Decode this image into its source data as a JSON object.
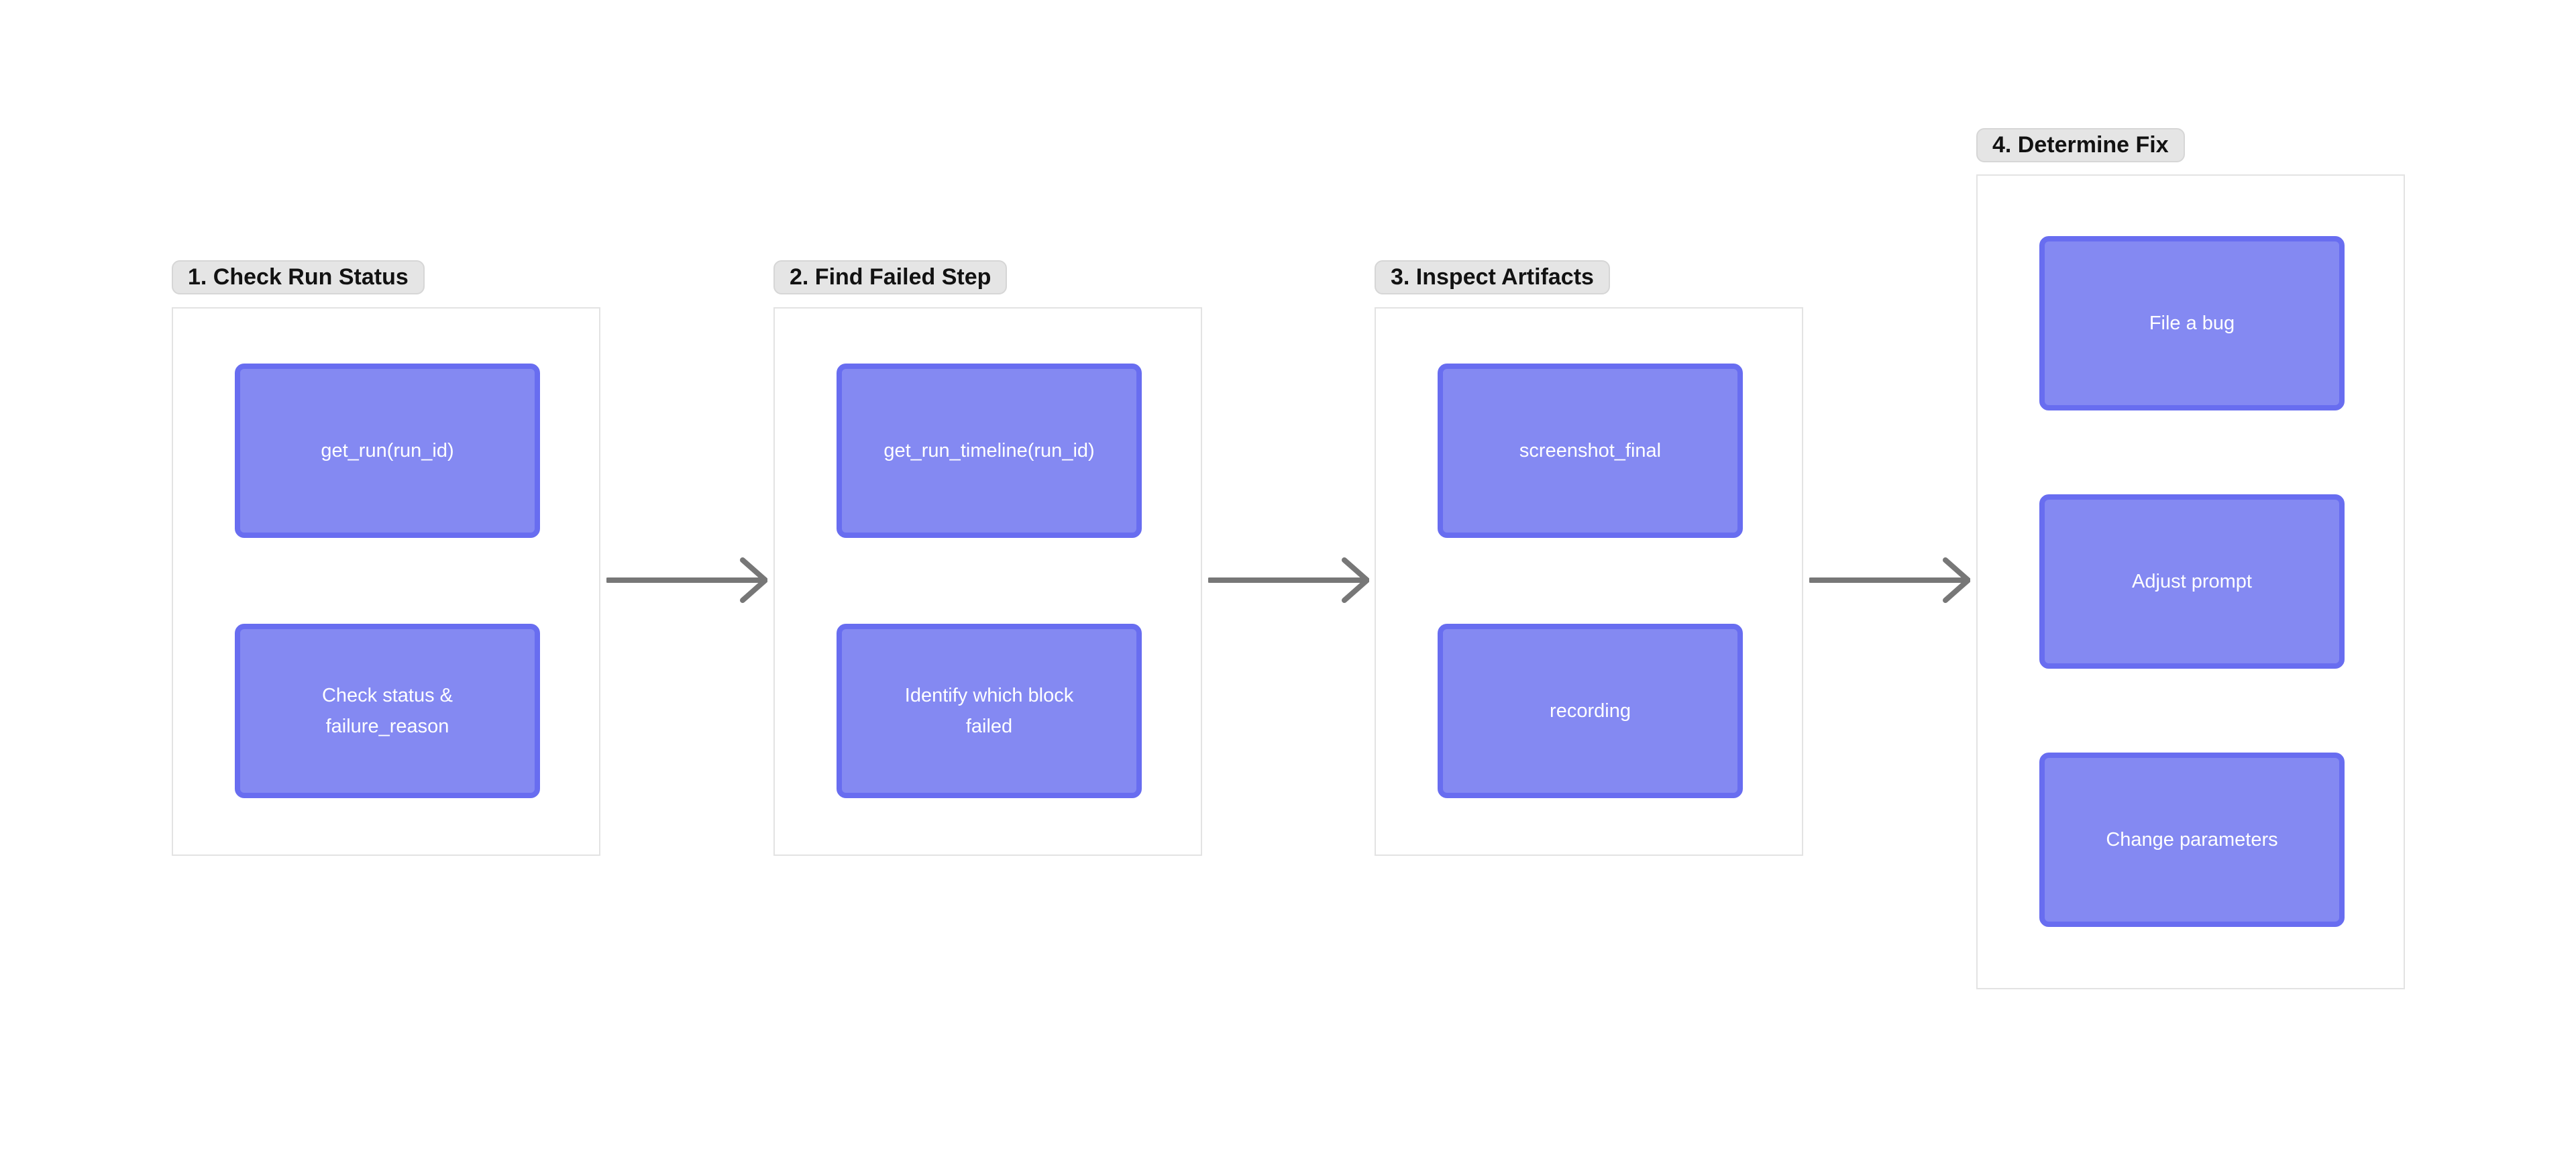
{
  "theme": {
    "canvas_bg": "#ffffff",
    "group_fill": "#ffffff",
    "group_border": "#e3e3e3",
    "label_fill": "#e5e5e5",
    "label_border": "#d6d6d6",
    "label_text": "#121212",
    "node_fill": "#8489f2",
    "node_border": "#686df0",
    "node_text": "#ffffff",
    "arrow_color": "#777777"
  },
  "groups": [
    {
      "label": "1. Check Run Status",
      "nodes": [
        {
          "label": "get_run(run_id)"
        },
        {
          "label": "Check status & failure_reason"
        }
      ]
    },
    {
      "label": "2. Find Failed Step",
      "nodes": [
        {
          "label": "get_run_timeline(run_id)"
        },
        {
          "label": "Identify which block failed"
        }
      ]
    },
    {
      "label": "3. Inspect Artifacts",
      "nodes": [
        {
          "label": "screenshot_final"
        },
        {
          "label": "recording"
        }
      ]
    },
    {
      "label": "4. Determine Fix",
      "nodes": [
        {
          "label": "File a bug"
        },
        {
          "label": "Adjust prompt"
        },
        {
          "label": "Change parameters"
        }
      ]
    }
  ]
}
